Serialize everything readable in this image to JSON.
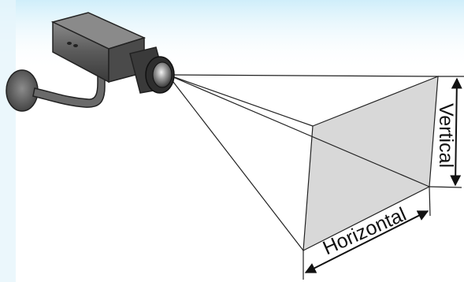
{
  "diagram": {
    "labels": {
      "horizontal": "Horizontal",
      "vertical": "Vertical"
    },
    "colors": {
      "background_tint": "#dff3fb",
      "camera_body": "#5c5c5c",
      "camera_lens": "#3c3c3c",
      "projection_plane": "#d8d8d8",
      "lines": "#222222"
    },
    "icons": [
      "security-camera",
      "wall-mount-bracket",
      "dimension-arrow"
    ]
  }
}
